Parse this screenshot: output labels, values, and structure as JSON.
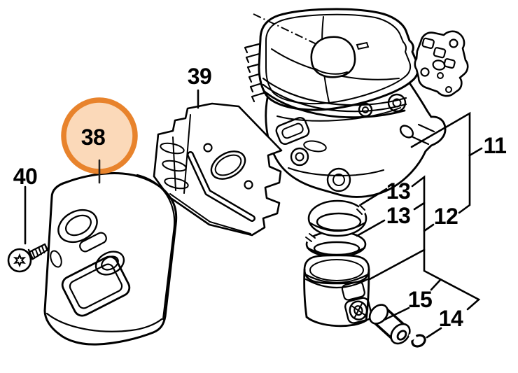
{
  "diagram": {
    "background_color": "#ffffff",
    "line_color": "#000000",
    "callouts": [
      {
        "id": "40",
        "text": "40"
      },
      {
        "id": "38",
        "text": "38",
        "highlighted": true
      },
      {
        "id": "39",
        "text": "39"
      },
      {
        "id": "11",
        "text": "11"
      },
      {
        "id": "13a",
        "text": "13"
      },
      {
        "id": "13b",
        "text": "13"
      },
      {
        "id": "12",
        "text": "12"
      },
      {
        "id": "15",
        "text": "15"
      },
      {
        "id": "14",
        "text": "14"
      }
    ],
    "highlight": {
      "stroke_color": "#e8832c",
      "fill_color": "#fbd9b9",
      "text_color": "#4a3421"
    }
  }
}
